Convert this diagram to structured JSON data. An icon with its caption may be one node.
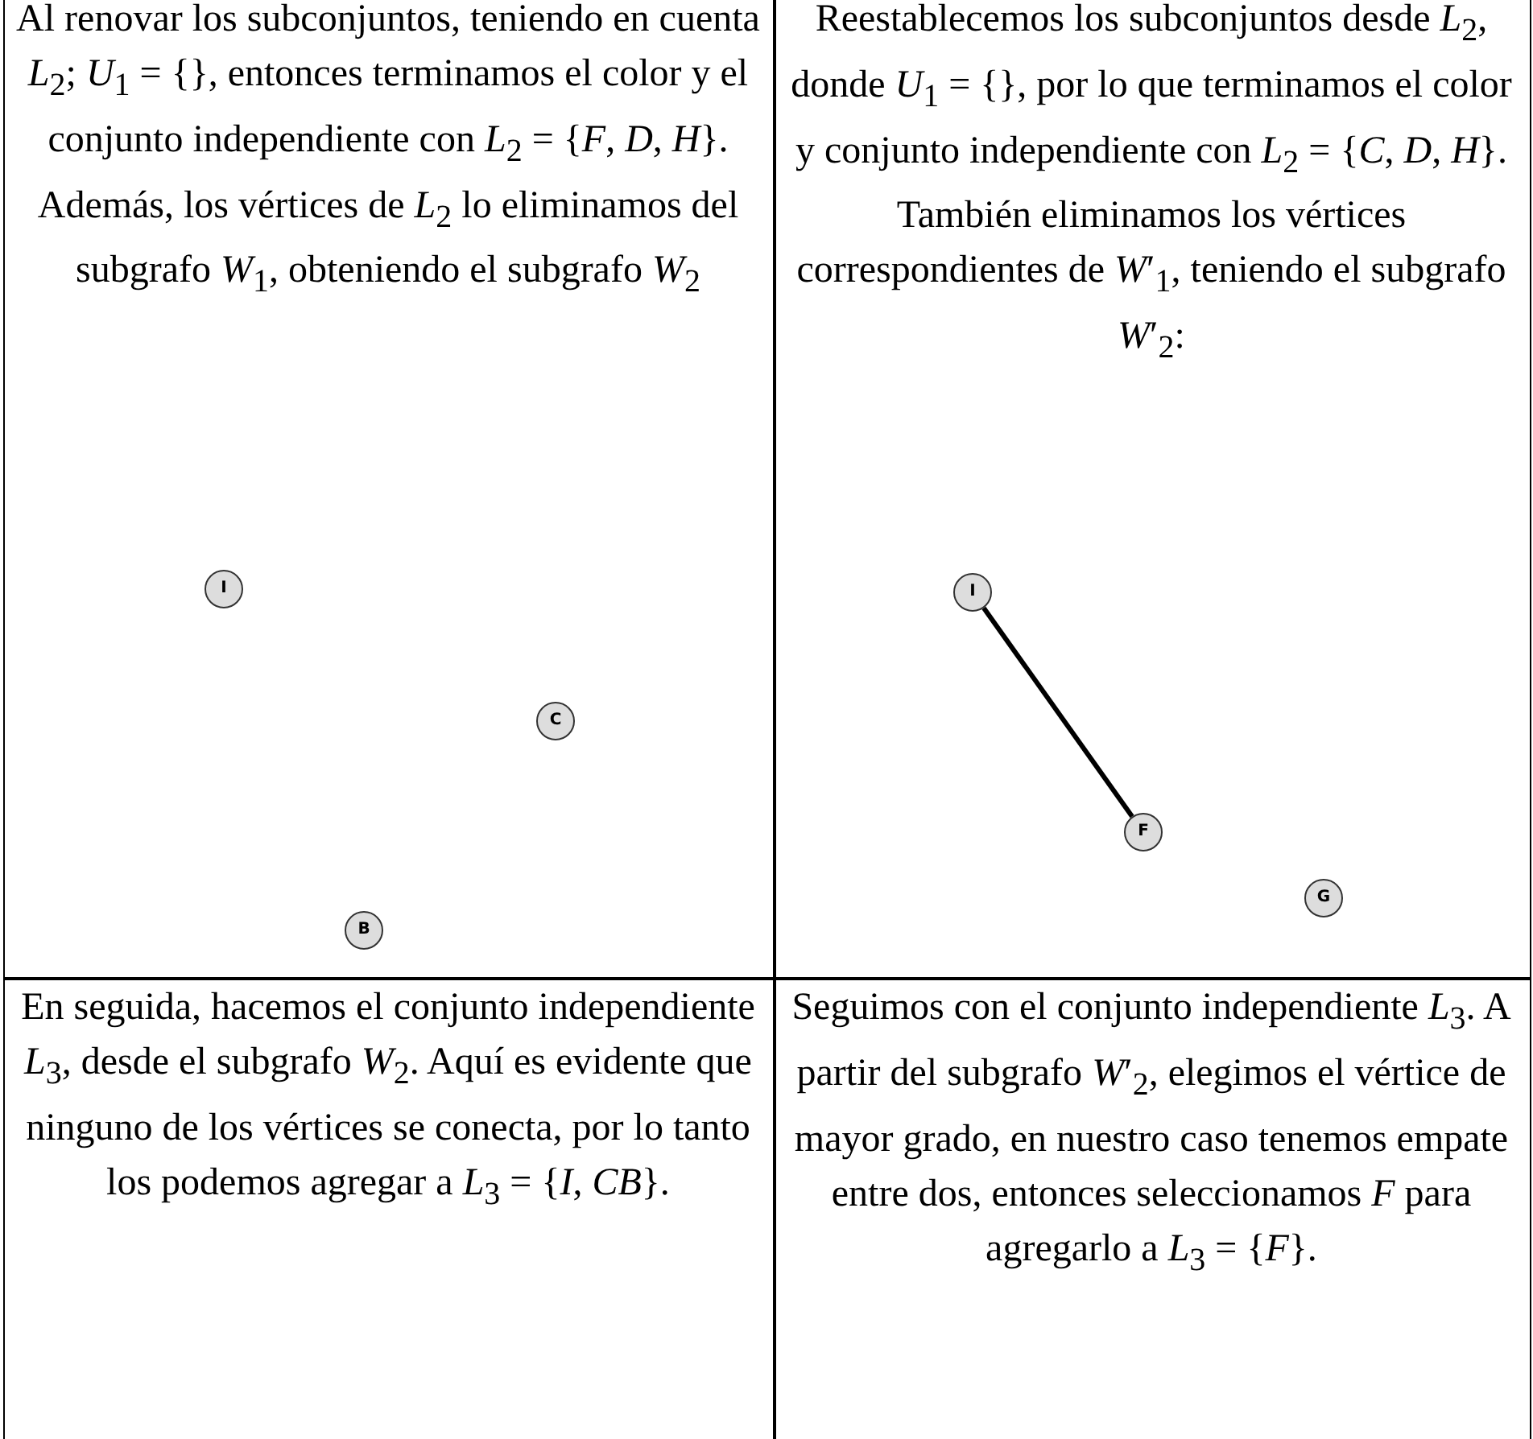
{
  "diagram": {
    "nodes": [
      {
        "text": [
          "I"
        ]
      },
      {
        "text": [
          "C"
        ]
      },
      {
        "text": [
          "B"
        ]
      },
      {
        "text": [
          "I"
        ]
      },
      {
        "text": [
          "F"
        ]
      },
      {
        "text": [
          "G"
        ]
      }
    ],
    "edges": [
      {
        "from": 3,
        "to": 4,
        "arrow": "none"
      }
    ],
    "labels": [
      "Al renovar los subconjuntos, teniendo en cuenta *L*$_{2}$; *U*$_{1}$ = {}, entonces terminamos el color y el conjunto independiente con *L*$_{2}$ = {*F*, *D*, *H*}. Además, los vértices de *L*$_{2}$ lo eliminamos del subgrafo *W*$_{1}$, obteniendo el subgrafo *W*$_{2}$",
      "Reestablecemos los subconjuntos desde *L*$_{2}$, donde *U*$_{1}$ = {}, por lo que terminamos el color y conjunto independiente con *L*$_{2}$ = {*C*, *D*, *H*}. También eliminamos los vértices correspondientes de *W*′$_{1}$, teniendo el subgrafo *W*′$_{2}$:",
      "En seguida, hacemos el conjunto independiente *L*$_{3}$, desde el subgrafo *W*$_{2}$. Aquí es evidente que ninguno de los vértices se conecta, por lo tanto los podemos agregar a *L*$_{3}$ = {*I*, *CB*}.",
      "Seguimos con el conjunto independiente *L*$_{3}$. A partir del subgrafo *W*′$_{2}$, elegimos el vértice de mayor grado, en nuestro caso tenemos empate entre dos, entonces seleccionamos *F* para agregarlo a *L*$_{3}$ = {*F*}."
    ]
  }
}
